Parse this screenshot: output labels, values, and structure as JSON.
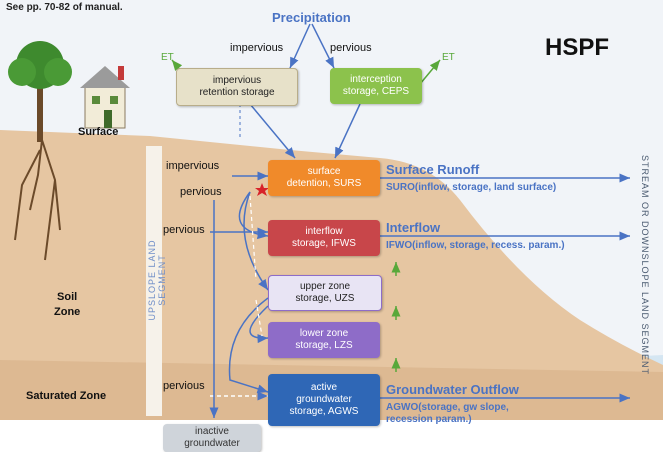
{
  "header": {
    "note": "See pp. 70-82 of manual.",
    "title": "HSPF"
  },
  "inputs": {
    "precipitation": "Precipitation",
    "impervious": "impervious",
    "pervious": "pervious",
    "et": "ET"
  },
  "storages": {
    "impervious_retention": "impervious\nretention storage",
    "interception": "interception\nstorage, CEPS",
    "surface_detention": "surface\ndetention, SURS",
    "interflow": "interflow\nstorage, IFWS",
    "upper_zone": "upper zone\nstorage, UZS",
    "lower_zone": "lower zone\nstorage, LZS",
    "active_gw": "active\ngroundwater\nstorage, AGWS",
    "inactive_gw": "inactive\ngroundwater"
  },
  "flows": {
    "surface_runoff": "Surface Runoff",
    "suro": "SURO(inflow, storage, land surface)",
    "interflow": "Interflow",
    "ifwo": "IFWO(inflow, storage, recess. param.)",
    "groundwater_outflow": "Groundwater Outflow",
    "agwo": "AGWO(storage, gw slope,\nrecession param.)"
  },
  "side_labels": {
    "impervious": "impervious",
    "pervious1": "pervious",
    "pervious2": "pervious",
    "pervious3": "pervious",
    "upslope": "UPSLOPE  LAND  SEGMENT",
    "stream": "STREAM  OR  DOWNSLOPE  LAND  SEGMENT"
  },
  "zones": {
    "surface": "Surface",
    "soil": "Soil\nZone",
    "saturated": "Saturated  Zone"
  },
  "colors": {
    "accent_blue": "#4a73c4",
    "surface_orange": "#f08a2a",
    "interflow_red": "#c8464a",
    "zone_purple": "#8e6cc8",
    "gw_blue": "#2f67b6",
    "retention_tan": "#e7e1c9",
    "interception_green": "#8cc24c",
    "soil_tan": "#e6c6a2",
    "sky": "#eef2f7"
  }
}
